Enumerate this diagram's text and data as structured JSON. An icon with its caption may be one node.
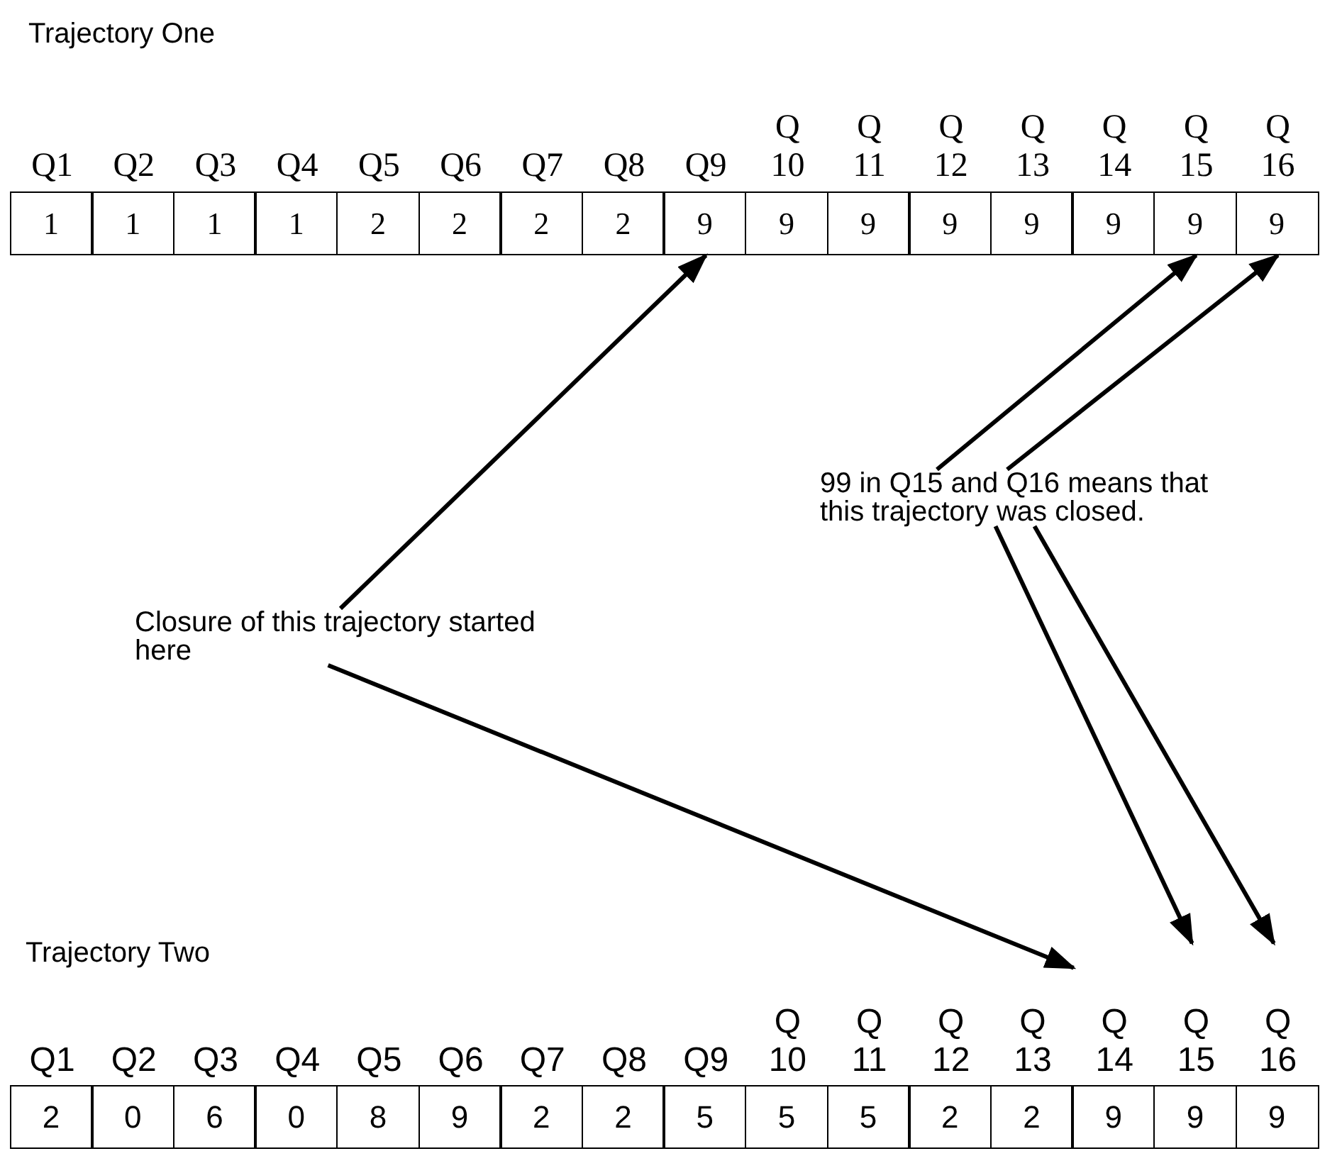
{
  "diagram": {
    "nodes": [
      {
        "text": [
          "Q1",
          "1"
        ]
      },
      {
        "text": [
          "Q2",
          "1"
        ]
      },
      {
        "text": [
          "Q3",
          "1"
        ]
      },
      {
        "text": [
          "Q4",
          "1"
        ]
      },
      {
        "text": [
          "Q5",
          "2"
        ]
      },
      {
        "text": [
          "Q6",
          "2"
        ]
      },
      {
        "text": [
          "Q7",
          "2"
        ]
      },
      {
        "text": [
          "Q8",
          "2"
        ]
      },
      {
        "text": [
          "Q9",
          "9"
        ]
      },
      {
        "text": [
          "Q 10",
          "9"
        ]
      },
      {
        "text": [
          "Q 11",
          "9"
        ]
      },
      {
        "text": [
          "Q 12",
          "9"
        ]
      },
      {
        "text": [
          "Q 13",
          "9"
        ]
      },
      {
        "text": [
          "Q 14",
          "9"
        ]
      },
      {
        "text": [
          "Q 15",
          "9"
        ]
      },
      {
        "text": [
          "Q 16",
          "9"
        ]
      },
      {
        "text": [
          "99 in Q15 and Q16 means that this trajectory was closed."
        ]
      },
      {
        "text": [
          "Closure of this trajectory started here"
        ]
      },
      {
        "text": [
          "Q1",
          "2"
        ]
      },
      {
        "text": [
          "Q2",
          "0"
        ]
      },
      {
        "text": [
          "Q3",
          "6"
        ]
      },
      {
        "text": [
          "Q4",
          "0"
        ]
      },
      {
        "text": [
          "Q5",
          "8"
        ]
      },
      {
        "text": [
          "Q6",
          "9"
        ]
      },
      {
        "text": [
          "Q7",
          "2"
        ]
      },
      {
        "text": [
          "Q8",
          "2"
        ]
      },
      {
        "text": [
          "Q9",
          "5"
        ]
      },
      {
        "text": [
          "Q 10",
          "5"
        ]
      },
      {
        "text": [
          "Q 11",
          "5"
        ]
      },
      {
        "text": [
          "Q 12",
          "2"
        ]
      },
      {
        "text": [
          "Q 13",
          "2"
        ]
      },
      {
        "text": [
          "Q 14",
          "9"
        ]
      },
      {
        "text": [
          "Q 15",
          "9"
        ]
      },
      {
        "text": [
          "Q 16",
          "9"
        ]
      }
    ],
    "edges": [
      {
        "from": 17,
        "to": 8,
        "arrow": "to"
      },
      {
        "from": 16,
        "to": 14,
        "arrow": "to"
      },
      {
        "from": 16,
        "to": 15,
        "arrow": "to"
      },
      {
        "from": 17,
        "to": 31,
        "arrow": "to"
      },
      {
        "from": 16,
        "to": 32,
        "arrow": "to"
      },
      {
        "from": 16,
        "to": 33,
        "arrow": "to"
      }
    ],
    "labels": [
      "Trajectory One",
      "Trajectory Two"
    ]
  }
}
